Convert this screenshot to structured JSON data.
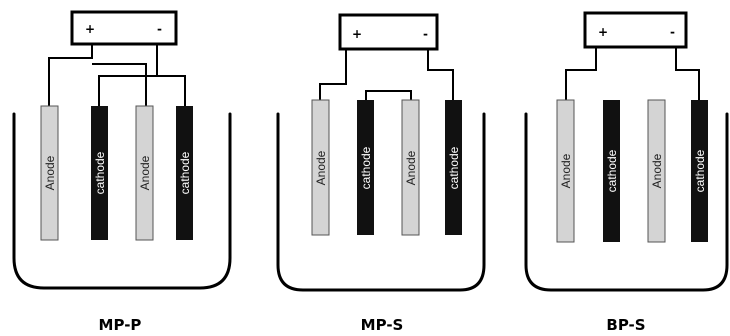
{
  "colors": {
    "anode_fill": "#d4d4d4",
    "cathode_fill": "#111111",
    "anode_text": "#222222",
    "cathode_text": "#ffffff"
  },
  "power_supply": {
    "positive_label": "+",
    "negative_label": "-"
  },
  "cells": [
    {
      "caption": "MP-P",
      "electrodes": [
        {
          "type": "anode",
          "label": "Anode"
        },
        {
          "type": "cathode",
          "label": "cathode"
        },
        {
          "type": "anode",
          "label": "Anode"
        },
        {
          "type": "cathode",
          "label": "cathode"
        }
      ]
    },
    {
      "caption": "MP-S",
      "electrodes": [
        {
          "type": "anode",
          "label": "Anode"
        },
        {
          "type": "cathode",
          "label": "cathode"
        },
        {
          "type": "anode",
          "label": "Anode"
        },
        {
          "type": "cathode",
          "label": "cathode"
        }
      ]
    },
    {
      "caption": "BP-S",
      "electrodes": [
        {
          "type": "anode",
          "label": "Anode"
        },
        {
          "type": "cathode",
          "label": "cathode"
        },
        {
          "type": "anode",
          "label": "Anode"
        },
        {
          "type": "cathode",
          "label": "cathode"
        }
      ]
    }
  ]
}
